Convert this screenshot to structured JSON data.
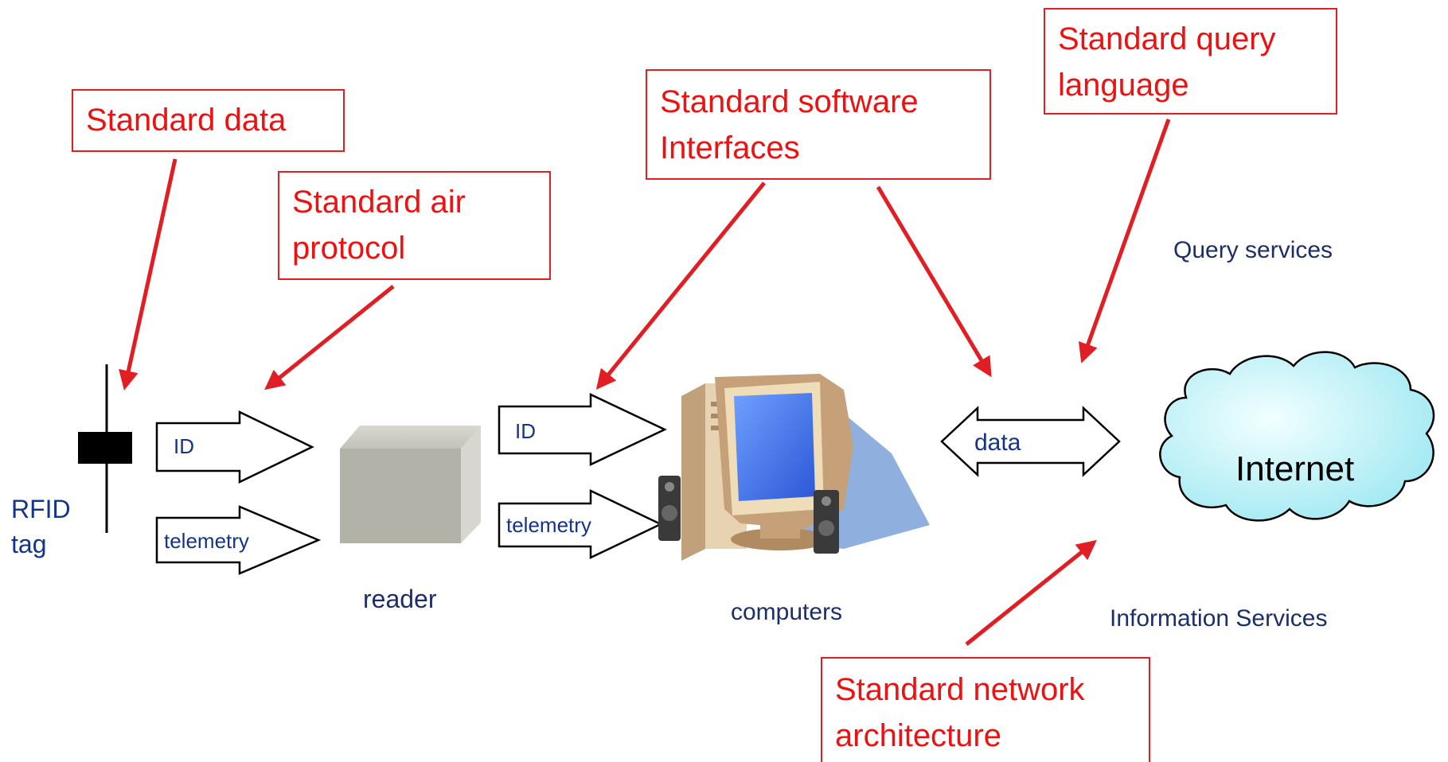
{
  "callouts": {
    "data": "Standard data",
    "air_line1": "Standard air",
    "air_line2": "protocol",
    "software_line1": "Standard software",
    "software_line2": "Interfaces",
    "query_line1": "Standard query",
    "query_line2": "language",
    "network_line1": "Standard network",
    "network_line2": "architecture"
  },
  "labels": {
    "rfid_line1": "RFID",
    "rfid_line2": "tag",
    "reader": "reader",
    "computers": "computers",
    "query_services": "Query services",
    "information_services": "Information Services",
    "internet": "Internet"
  },
  "arrows": {
    "id_left": "ID",
    "telemetry_left": "telemetry",
    "id_right": "ID",
    "telemetry_right": "telemetry",
    "data": "data"
  },
  "colors": {
    "callout_red": "#ee1111",
    "label_blue": "#14338c",
    "cloud_fill": "#bdf2f7"
  }
}
